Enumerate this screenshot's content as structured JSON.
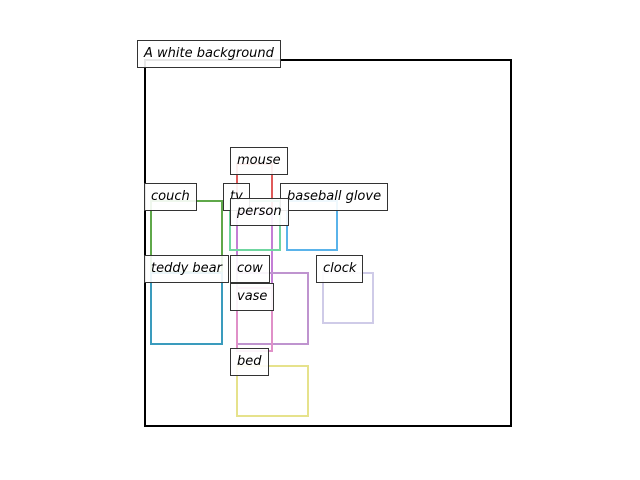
{
  "title": "A white background",
  "objects": [
    {
      "id": "mouse",
      "label": "mouse",
      "color": "#e05a5a"
    },
    {
      "id": "person",
      "label": "person",
      "color": "#c47ed6"
    },
    {
      "id": "tv",
      "label": "tv",
      "color": "#6fd6a0"
    },
    {
      "id": "baseball-glove",
      "label": "baseball glove",
      "color": "#5ab3ea"
    },
    {
      "id": "couch",
      "label": "couch",
      "color": "#5fa84a"
    },
    {
      "id": "teddy-bear",
      "label": "teddy bear",
      "color": "#3a9bbd"
    },
    {
      "id": "cow",
      "label": "cow",
      "color": "#bf94cf"
    },
    {
      "id": "vase",
      "label": "vase",
      "color": "#e090c8"
    },
    {
      "id": "clock",
      "label": "clock",
      "color": "#cfcbe8"
    },
    {
      "id": "bed",
      "label": "bed",
      "color": "#e6e28c"
    }
  ]
}
